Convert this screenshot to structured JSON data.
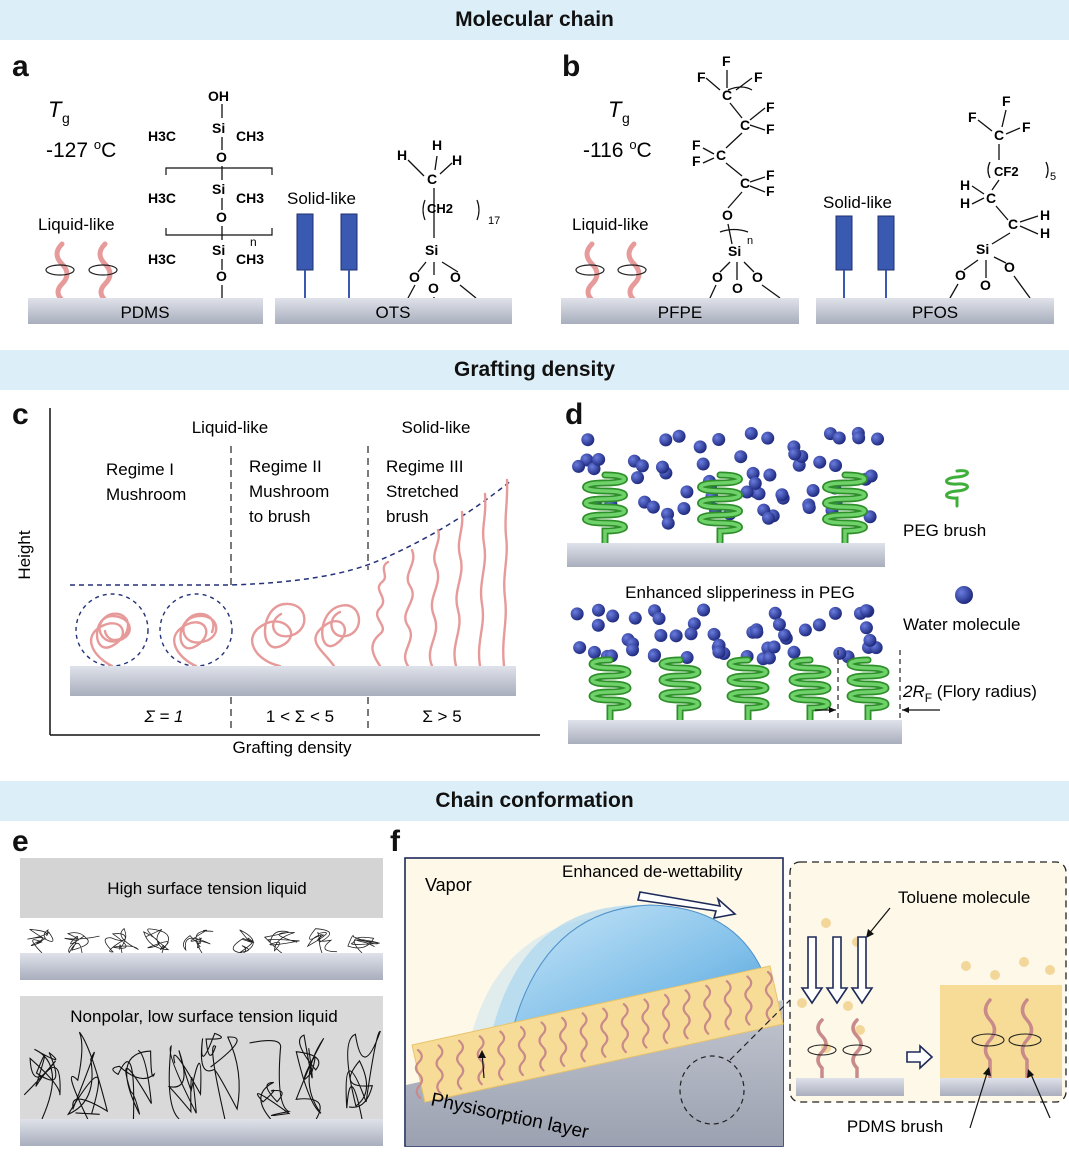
{
  "sections": {
    "molecular_chain": "Molecular chain",
    "grafting_density": "Grafting density",
    "chain_conformation": "Chain conformation"
  },
  "panels": {
    "a": "a",
    "b": "b",
    "c": "c",
    "d": "d",
    "e": "e",
    "f": "f"
  },
  "panel_a": {
    "tg_label": "T",
    "tg_sub": "g",
    "tg_value": "-127 ",
    "tg_unit_sup": "o",
    "tg_unit": "C",
    "liquid_like": "Liquid-like",
    "solid_like": "Solid-like",
    "pdms": "PDMS",
    "ots": "OTS",
    "pdms_structure": {
      "oh": "OH",
      "si": "Si",
      "o": "O",
      "h3c": "H3C",
      "ch3": "CH3",
      "n": "n"
    },
    "ots_structure": {
      "h": "H",
      "c": "C",
      "ch2": "CH2",
      "repeat": "17",
      "si": "Si",
      "o": "O"
    }
  },
  "panel_b": {
    "tg_label": "T",
    "tg_sub": "g",
    "tg_value": "-116 ",
    "tg_unit_sup": "o",
    "tg_unit": "C",
    "liquid_like": "Liquid-like",
    "solid_like": "Solid-like",
    "pfpe": "PFPE",
    "pfos": "PFOS",
    "pfpe_structure": {
      "f": "F",
      "c": "C",
      "o": "O",
      "si": "Si",
      "n": "n"
    },
    "pfos_structure": {
      "f": "F",
      "c": "C",
      "h": "H",
      "cf2": "CF2",
      "repeat": "5",
      "si": "Si",
      "o": "O"
    }
  },
  "panel_c": {
    "liquid_like": "Liquid-like",
    "solid_like": "Solid-like",
    "regime1": [
      "Regime I",
      "Mushroom"
    ],
    "regime2": [
      "Regime II",
      "Mushroom",
      "to brush"
    ],
    "regime3": [
      "Regime III",
      "Stretched",
      "brush"
    ],
    "sigma1": "Σ = 1",
    "sigma2": "1 < Σ < 5",
    "sigma3": "Σ > 5",
    "xlabel": "Grafting density",
    "ylabel": "Height"
  },
  "panel_d": {
    "peg_brush": "PEG brush",
    "enhanced": "Enhanced slipperiness in PEG",
    "water": "Water molecule",
    "flory": "2R",
    "flory_sub": "F",
    "flory_rest": " (Flory radius)"
  },
  "panel_e": {
    "high": "High surface tension liquid",
    "nonpolar": "Nonpolar, low surface tension liquid"
  },
  "panel_f": {
    "vapor": "Vapor",
    "dewet": "Enhanced de-wettability",
    "toluene": "Toluene molecule",
    "physisorption": "Physisorption layer",
    "pdms_brush": "PDMS brush"
  },
  "colors": {
    "band": "#dceef7",
    "substrate": "#c3c7d2",
    "chain_pink": "#e79a9a",
    "ots_blue": "#3a59b0",
    "water_blue": "#23318f",
    "peg_green": "#3fae3a",
    "droplet_blue": "#6fb7e6",
    "yellow_layer": "#f7dc97"
  }
}
